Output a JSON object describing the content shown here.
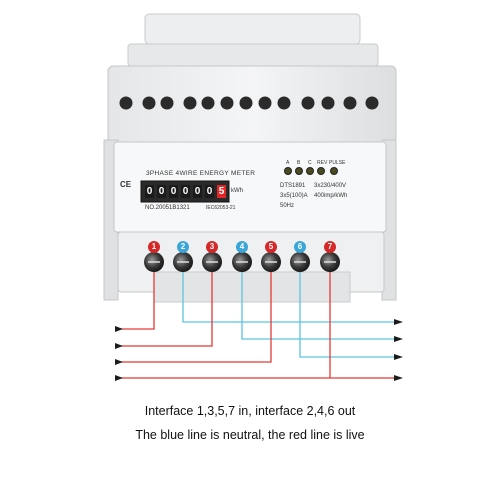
{
  "meter": {
    "title": "3PHASE 4WIRE ENERGY METER",
    "model": "DTS1891",
    "voltage": "3x230/400V",
    "current": "3x5(100)A",
    "impulse": "400imp/kWh",
    "frequency": "50Hz",
    "serial": "NO.20051B1321",
    "standard": "IEC62053-21",
    "unit": "kWh",
    "digits": [
      "0",
      "0",
      "0",
      "0",
      "0",
      "0",
      "5"
    ],
    "ce_mark": "CE",
    "led_labels": [
      "A",
      "B",
      "C",
      "REV",
      "PULSE"
    ]
  },
  "terminals": {
    "numbers": [
      "1",
      "2",
      "3",
      "4",
      "5",
      "6",
      "7"
    ],
    "colors": [
      "#d62828",
      "#3aa6d8",
      "#d62828",
      "#3aa6d8",
      "#d62828",
      "#3aa6d8",
      "#d62828"
    ]
  },
  "wires": {
    "live_color": "#e53935",
    "neutral_color": "#5cc4e0"
  },
  "captions": {
    "line1": "Interface 1,3,5,7 in, interface 2,4,6 out",
    "line2": "The blue line is neutral, the red line is live"
  }
}
